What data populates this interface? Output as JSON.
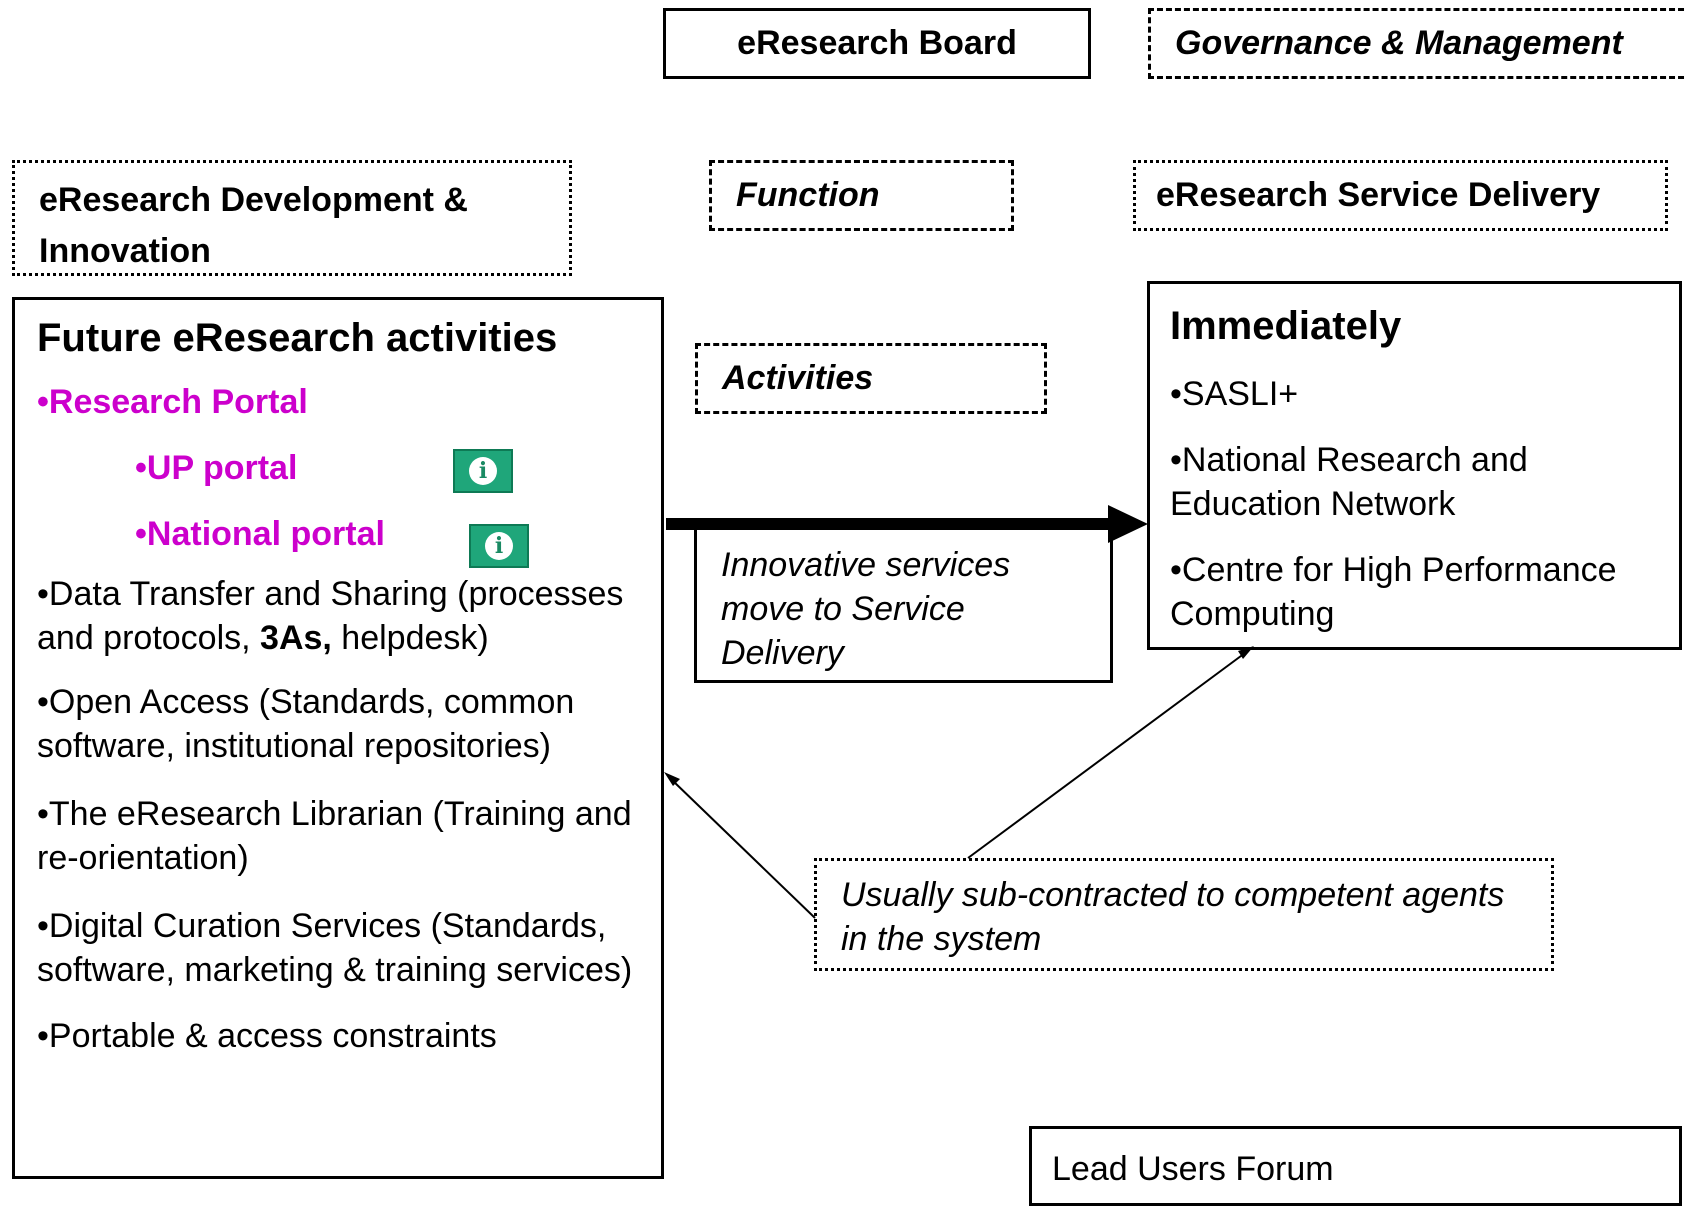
{
  "board": "eResearch Board",
  "governance": "Governance & Management",
  "development": "eResearch Development & Innovation",
  "function": "Function",
  "service_delivery": "eResearch Service Delivery",
  "activities": "Activities",
  "future": {
    "title": "Future eResearch activities",
    "research_portal": "•Research Portal",
    "up_portal": "•UP portal",
    "national_portal": "•National portal",
    "data_transfer": "•Data Transfer and Sharing (processes and protocols, ",
    "data_transfer_bold": "3As,",
    "data_transfer_end": " helpdesk)",
    "open_access": "•Open Access  (Standards, common software, institutional repositories)",
    "librarian": "•The eResearch Librarian (Training and re-orientation)",
    "curation": "•Digital Curation Services (Standards, software, marketing & training services)",
    "portable": "•Portable & access constraints"
  },
  "innovative": "Innovative services move to Service Delivery",
  "immediately": {
    "title": "Immediately",
    "sasli": "•SASLI+",
    "nren": "•National Research and Education Network",
    "chpc": "•Centre for High Performance Computing"
  },
  "subcontracted": "Usually sub-contracted to competent agents in the system",
  "lead_users": "Lead Users Forum"
}
